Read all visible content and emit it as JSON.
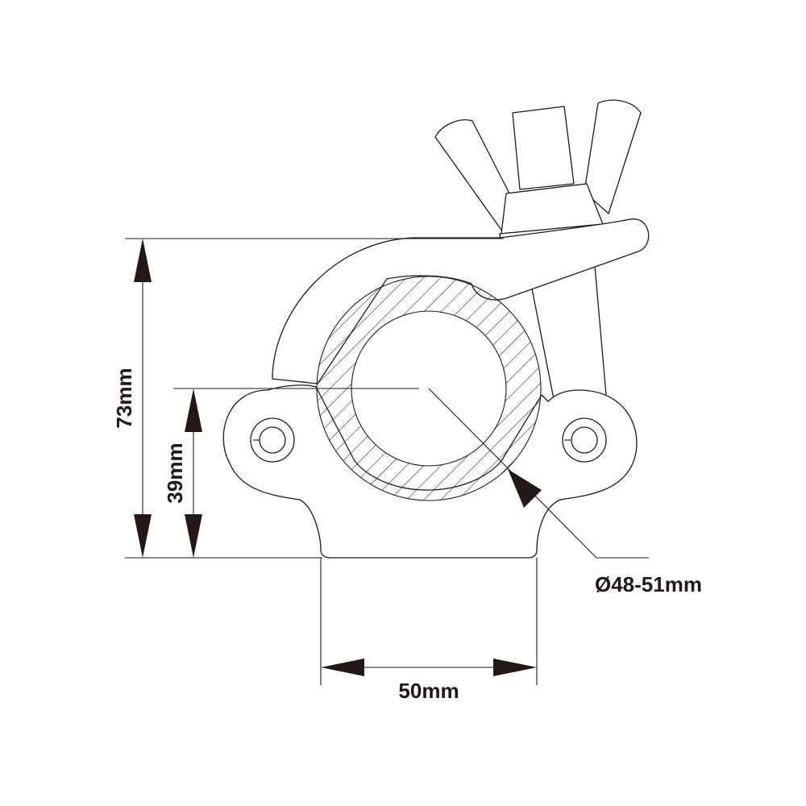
{
  "dimensions": {
    "height_total": "73mm",
    "height_center": "39mm",
    "width_base": "50mm",
    "tube_diameter": "Ø48-51mm"
  },
  "colors": {
    "line": "#231815",
    "background": "#ffffff"
  }
}
